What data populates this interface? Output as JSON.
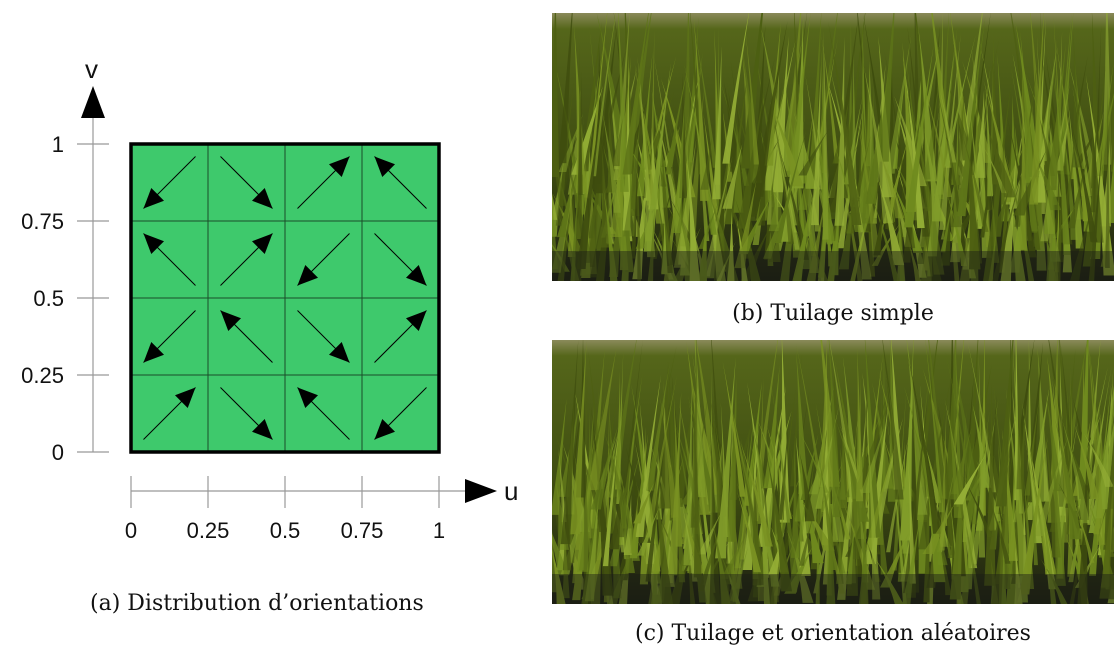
{
  "panel_a": {
    "axis_u_label": "u",
    "axis_v_label": "v",
    "u_ticks": [
      "0",
      "0.25",
      "0.5",
      "0.75",
      "1"
    ],
    "v_ticks": [
      "0",
      "0.25",
      "0.5",
      "0.75",
      "1"
    ],
    "cell_color": "#3ec96c",
    "arrow_directions": [
      [
        "down-left",
        "down-right",
        "up-right",
        "up-left"
      ],
      [
        "up-left",
        "up-right",
        "down-left",
        "down-right"
      ],
      [
        "down-left",
        "up-left",
        "down-right",
        "up-right"
      ],
      [
        "up-right",
        "down-right",
        "up-left",
        "down-left"
      ]
    ],
    "caption": "(a) Distribution d’orientations"
  },
  "panel_b": {
    "caption": "(b) Tuilage simple",
    "image": "grass-field-render",
    "grass_color": "#5a6e14"
  },
  "panel_c": {
    "caption": "(c) Tuilage et orientation aléatoires",
    "image": "grass-field-render",
    "grass_color": "#5a6e14"
  }
}
